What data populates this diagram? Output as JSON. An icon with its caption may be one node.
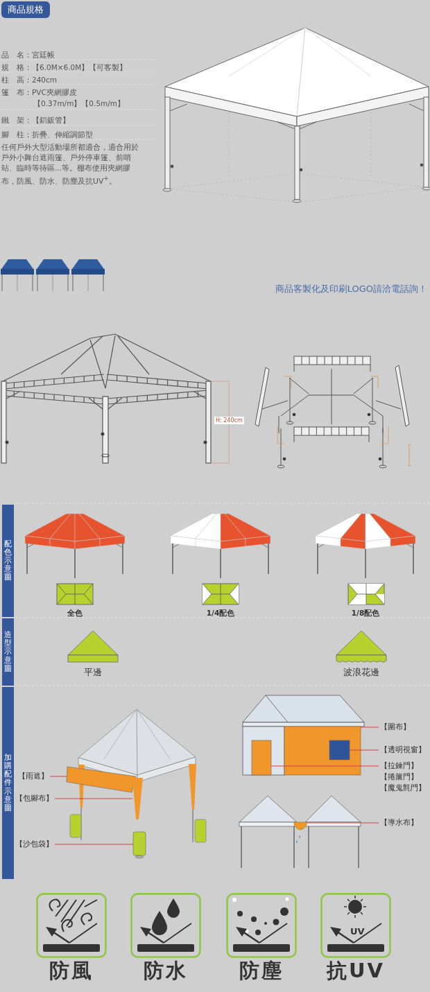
{
  "diagram": {
    "nodes": [
      {
        "text": [
          "商品規格"
        ]
      },
      {
        "text": [
          "配色示意圖"
        ]
      },
      {
        "text": [
          "造型示意圖"
        ]
      },
      {
        "text": [
          "加購配件示意圖"
        ]
      },
      {
        "text": [
          "【雨遮】"
        ]
      },
      {
        "text": [],
        "shape": "box"
      },
      {
        "text": [
          "【包腳布】"
        ]
      },
      {
        "text": [],
        "shape": "bar"
      },
      {
        "text": [
          "【沙包袋】"
        ]
      },
      {
        "text": [],
        "shape": "box"
      },
      {
        "text": [
          "【圍布】"
        ]
      },
      {
        "text": [],
        "shape": "box"
      },
      {
        "text": [
          "【透明視窗】"
        ]
      },
      {
        "text": [],
        "shape": "box",
        "in": 11
      },
      {
        "text": [
          "【拉鍊門】"
        ]
      },
      {
        "text": [],
        "shape": "box"
      },
      {
        "text": [
          "【導水布】"
        ]
      },
      {
        "text": [],
        "shape": "picture"
      },
      {
        "text": [
          "防風"
        ]
      },
      {
        "text": [
          "防水"
        ]
      },
      {
        "text": [
          "防塵"
        ]
      },
      {
        "text": [
          "抗UV"
        ]
      }
    ],
    "edges": [
      {
        "from": 4,
        "to": 5,
        "arrow": "none"
      },
      {
        "from": 6,
        "to": 7,
        "arrow": "none"
      },
      {
        "from": 8,
        "to": 9,
        "arrow": "none"
      },
      {
        "from": 10,
        "to": 11,
        "arrow": "none"
      },
      {
        "from": 12,
        "to": 13,
        "arrow": "none"
      },
      {
        "from": 14,
        "to": 15,
        "arrow": "none"
      },
      {
        "from": 16,
        "to": 17,
        "arrow": "none"
      }
    ],
    "labels": [
      "品　名：宮廷帳",
      "規　格：【6.0M×6.0M】【可客製】",
      "柱　高：240cm",
      "篷　布：PVC夾網膠皮",
      "【0.37m/m】【0.5m/m】",
      "鐵　架：【鋁鈑管】",
      "腳　柱：折疊、伸縮調節型",
      "任何戶外大型活動場所都適合，適合用於戶外小舞台遮雨篷、戶外停車篷、前哨站、臨時等待區...等。棚布使用夾網膠布，防風、防水、防塵及抗UV$^{+}$。",
      "商品客製化及印刷LOGO請洽電話詢！",
      "H: 240cm",
      "全色",
      "1/4配色",
      "1/8配色",
      "平邊",
      "波浪花邊",
      "【捲簾門】",
      "【魔鬼氈門】",
      "UV"
    ]
  }
}
